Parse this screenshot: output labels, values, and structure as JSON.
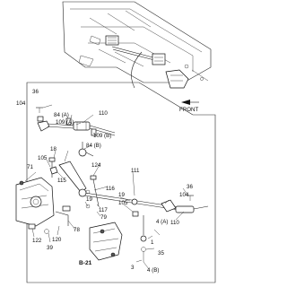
{
  "diagram": {
    "direction_label": "FRONT",
    "ref_label": "B-21",
    "callouts": {
      "c36_top": "36",
      "c104_top": "104",
      "c84a": "84 (A)",
      "c110_top": "110",
      "c109a": "109 (A)",
      "c109b": "109 (B)",
      "c84b": "84 (B)",
      "c124": "124",
      "c18": "18",
      "c105_left": "105",
      "c71": "71",
      "c111": "111",
      "c115": "115",
      "c116": "116",
      "c117": "117",
      "c19_left": "19",
      "c19_right": "19",
      "c105_right": "105",
      "c79": "79",
      "c78": "78",
      "c122": "122",
      "c120": "120",
      "c39": "39",
      "c36_right": "36",
      "c104_right": "104",
      "c4a": "4 (A)",
      "c110_right": "110",
      "c1": "1",
      "c35": "35",
      "c3": "3",
      "c4b": "4 (B)"
    }
  }
}
